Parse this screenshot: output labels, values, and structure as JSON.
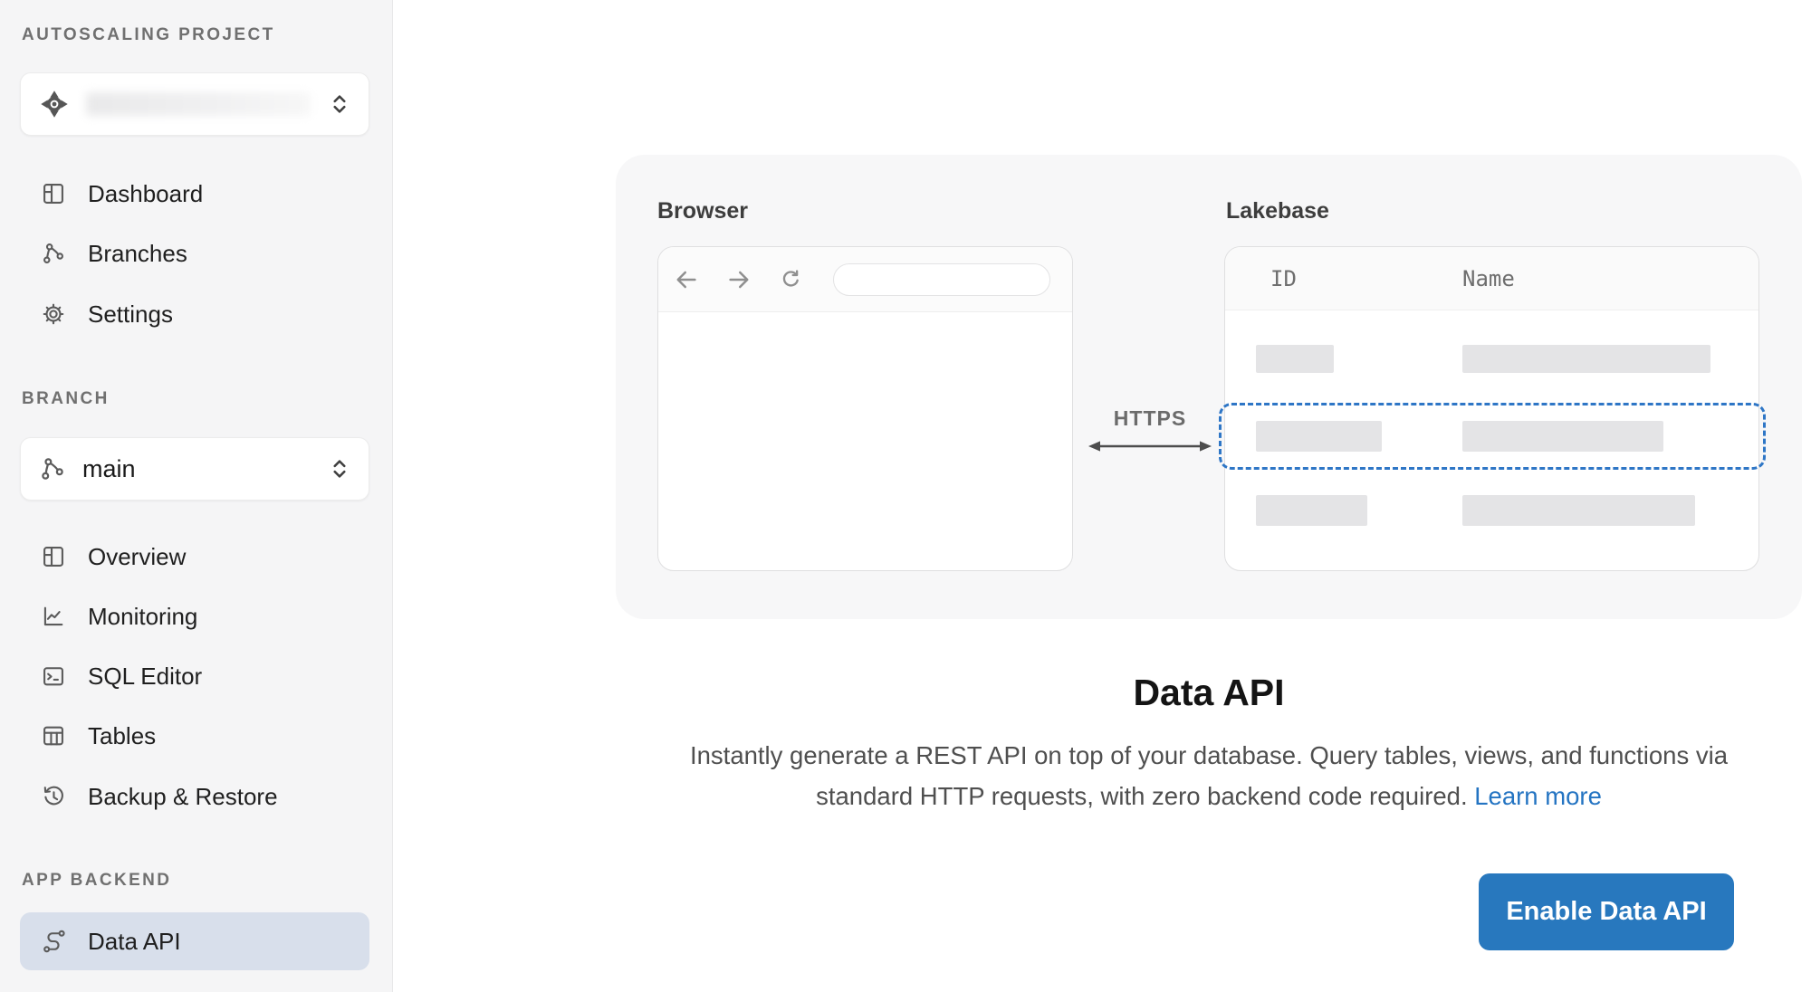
{
  "sidebar": {
    "sections": {
      "project": {
        "label": "AUTOSCALING PROJECT"
      },
      "branch": {
        "label": "BRANCH"
      },
      "backend": {
        "label": "APP BACKEND"
      }
    },
    "project_selector": {
      "icon": "project-compass-icon",
      "value_redacted": true
    },
    "branch_selector": {
      "icon": "branch-icon",
      "value": "main"
    },
    "nav1": [
      {
        "label": "Dashboard",
        "icon": "dashboard-icon"
      },
      {
        "label": "Branches",
        "icon": "branch-icon"
      },
      {
        "label": "Settings",
        "icon": "gear-icon"
      }
    ],
    "nav2": [
      {
        "label": "Overview",
        "icon": "overview-icon"
      },
      {
        "label": "Monitoring",
        "icon": "chart-line-icon"
      },
      {
        "label": "SQL Editor",
        "icon": "terminal-icon"
      },
      {
        "label": "Tables",
        "icon": "table-icon"
      },
      {
        "label": "Backup & Restore",
        "icon": "history-clock-icon"
      }
    ],
    "nav3": [
      {
        "label": "Data API",
        "icon": "route-icon",
        "selected": true
      }
    ]
  },
  "illustration": {
    "browser_label": "Browser",
    "lakebase_label": "Lakebase",
    "https_label": "HTTPS",
    "table": {
      "columns": [
        "ID",
        "Name"
      ],
      "placeholder_row_count": 3,
      "selected_row_index": 1,
      "rows_redacted": true
    }
  },
  "main": {
    "title": "Data API",
    "description": "Instantly generate a REST API on top of your database. Query tables, views, and functions via standard HTTP requests, with zero backend code required.",
    "learn_more": "Learn more",
    "enable_button": "Enable Data API"
  },
  "colors": {
    "accent_blue": "#2878be",
    "link_blue": "#2474c2",
    "dashed_selection_blue": "#2e76c6",
    "sidebar_bg": "#f5f5f6",
    "selected_item_bg": "#d8dfeb",
    "illustration_bg": "#f7f7f8",
    "placeholder_bar": "#e4e4e6"
  }
}
